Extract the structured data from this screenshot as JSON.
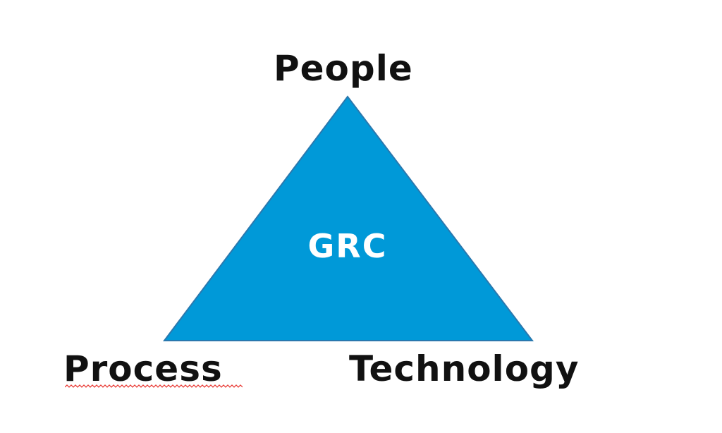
{
  "diagram": {
    "center_label": "GRC",
    "vertices": {
      "top": "People",
      "bottom_left": "Process",
      "bottom_right": "Technology"
    },
    "colors": {
      "triangle_fill": "#0099d8",
      "triangle_stroke": "#2a78ae",
      "text": "#111111",
      "center_text": "#ffffff",
      "spellcheck_underline": "#e8302a"
    }
  }
}
